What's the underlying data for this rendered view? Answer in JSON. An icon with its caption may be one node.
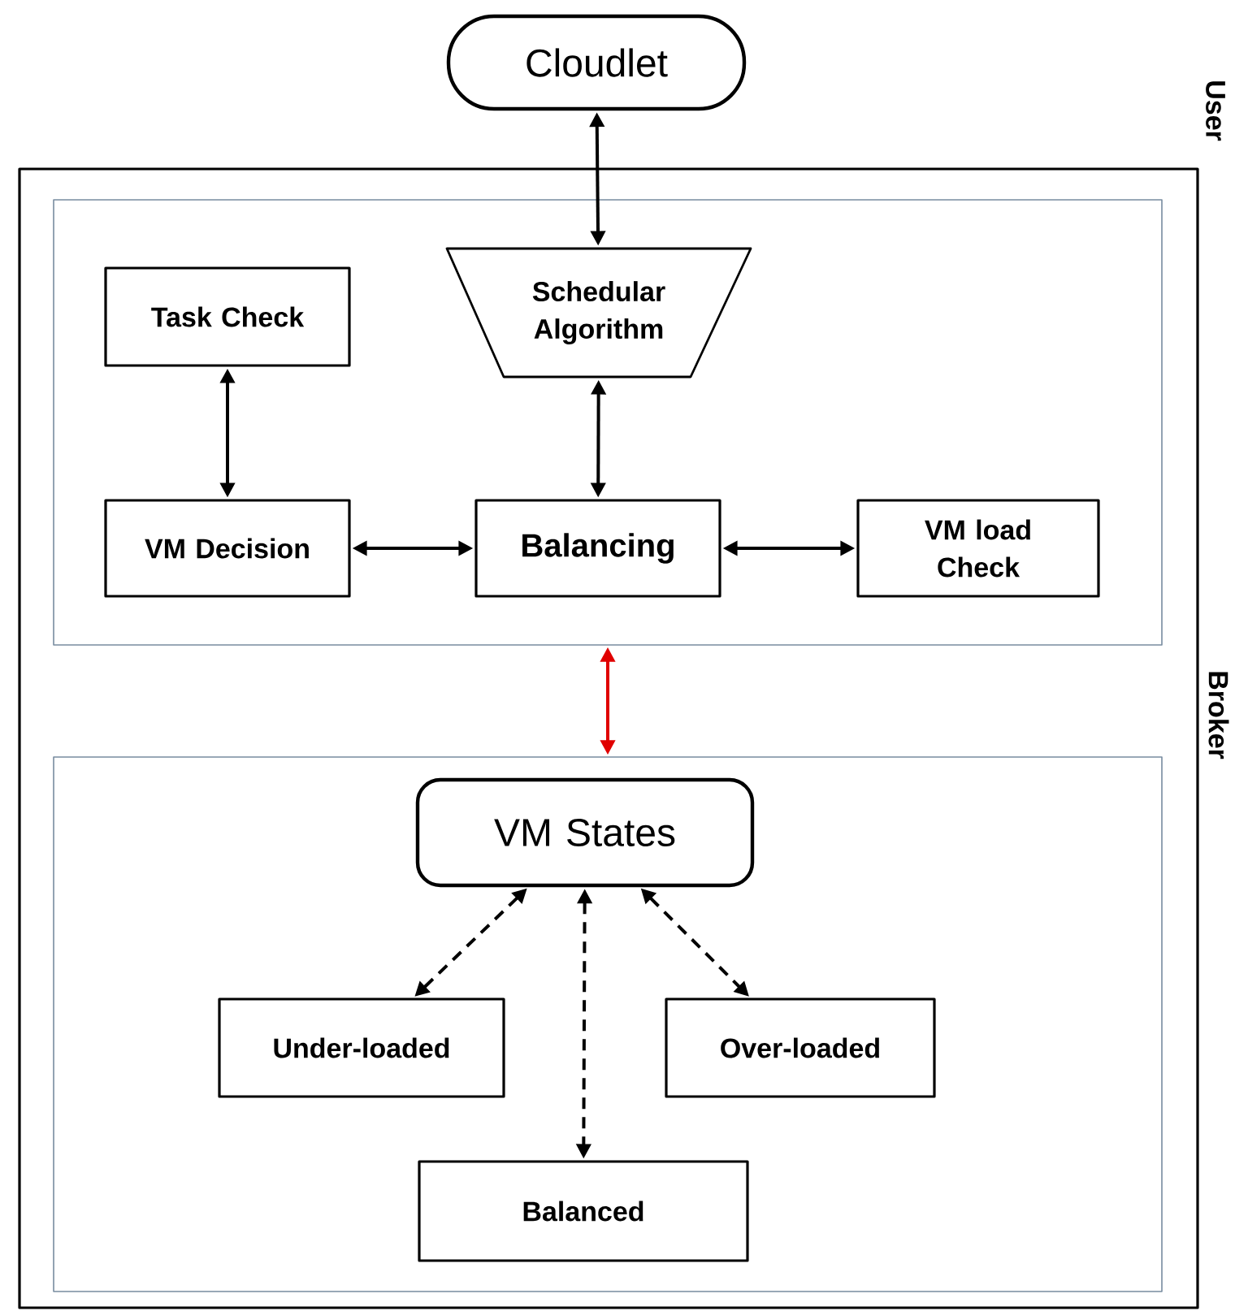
{
  "diagram": {
    "nodes": [
      {
        "text": [
          "Cloudlet"
        ]
      },
      {
        "text": [
          "Broker"
        ]
      },
      {
        "text": [],
        "shape": "box",
        "in": 1
      },
      {
        "text": [
          "Task Check"
        ],
        "in": 2
      },
      {
        "text": [
          "Schedular Algorithm"
        ],
        "in": 2
      },
      {
        "text": [
          "VM Decision"
        ],
        "in": 2
      },
      {
        "text": [
          "Balancing"
        ],
        "in": 2
      },
      {
        "text": [
          "VM load Check"
        ],
        "in": 2
      },
      {
        "text": [],
        "shape": "box",
        "in": 1
      },
      {
        "text": [
          "VM States"
        ],
        "in": 8
      },
      {
        "text": [
          "Under-loaded"
        ],
        "in": 8
      },
      {
        "text": [
          "Over-loaded"
        ],
        "in": 8
      },
      {
        "text": [
          "Balanced"
        ],
        "in": 8
      }
    ],
    "edges": [
      {
        "from": 0,
        "to": 4,
        "arrow": "both"
      },
      {
        "from": 3,
        "to": 5,
        "arrow": "both"
      },
      {
        "from": 4,
        "to": 6,
        "arrow": "both"
      },
      {
        "from": 5,
        "to": 6,
        "arrow": "both"
      },
      {
        "from": 6,
        "to": 7,
        "arrow": "both"
      },
      {
        "from": 2,
        "to": 8,
        "arrow": "both",
        "color": "#e00000"
      },
      {
        "from": 9,
        "to": 10,
        "arrow": "both",
        "style": "dashed"
      },
      {
        "from": 9,
        "to": 12,
        "arrow": "both",
        "style": "dashed"
      },
      {
        "from": 9,
        "to": 11,
        "arrow": "both",
        "style": "dashed"
      }
    ],
    "labels": [
      "User"
    ]
  }
}
